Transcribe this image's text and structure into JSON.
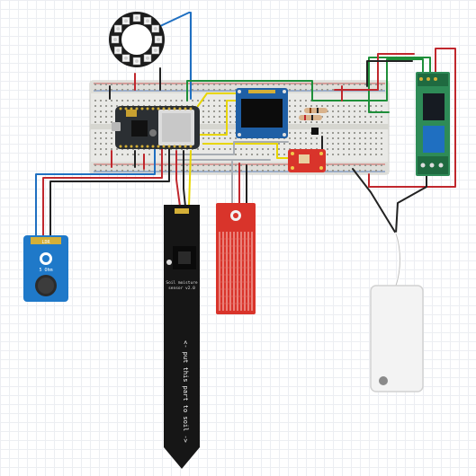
{
  "components": {
    "neopixel_ring": {
      "name": "neopixel-ring",
      "leds": 12
    },
    "microcontroller": {
      "name": "feather-board"
    },
    "oled": {
      "name": "oled-display"
    },
    "sensor_breakout": {
      "name": "sensor-breakout"
    },
    "relay_module": {
      "name": "relay-module"
    },
    "light_sensor": {
      "label_top": "LDR",
      "label_mid": "5 Ohm"
    },
    "soil_sensor": {
      "label": "Soil moisture",
      "version": "sensor v2.0",
      "probe_text": "<- put this part to soil ->"
    },
    "water_sensor": {
      "name": "water-level-sensor"
    },
    "power_supply": {
      "name": "power-supply"
    }
  },
  "colors": {
    "wire_red": "#c0272d",
    "wire_black": "#222222",
    "wire_blue": "#1f6fc1",
    "wire_green": "#1e8f3a",
    "wire_yellow": "#e8d600",
    "board": "#2b2f33",
    "pcb_blue": "#1f79c9",
    "pcb_red": "#d9342b",
    "relay_green": "#2e8b57"
  }
}
